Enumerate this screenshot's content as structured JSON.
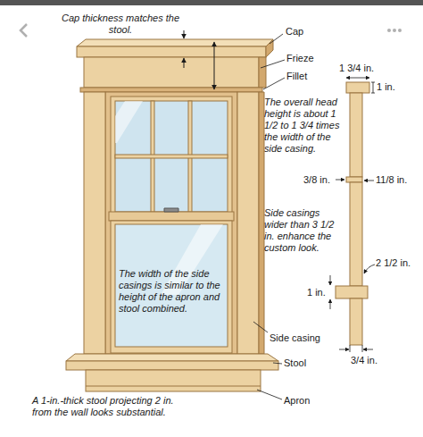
{
  "diagram": {
    "labels": [
      "Cap thickness matches the stool.",
      "Cap",
      "Frieze",
      "Fillet",
      "1 3/4 in.",
      "1 in.",
      "The overall head height is about 1 1/2 to 1 3/4 times the width of the side casing.",
      "11/8 in.",
      "3/8 in.",
      "Side casings wider than 3 1/2 in. enhance the custom look.",
      "2 1/2 in.",
      "1 in.",
      "3/4 in.",
      "The width of the side casings is similar to the height of the apron and stool combined.",
      "Side casing",
      "A 1-in.-thick stool projecting 2 in. from the wall looks substantial.",
      "Stool",
      "Apron"
    ]
  }
}
